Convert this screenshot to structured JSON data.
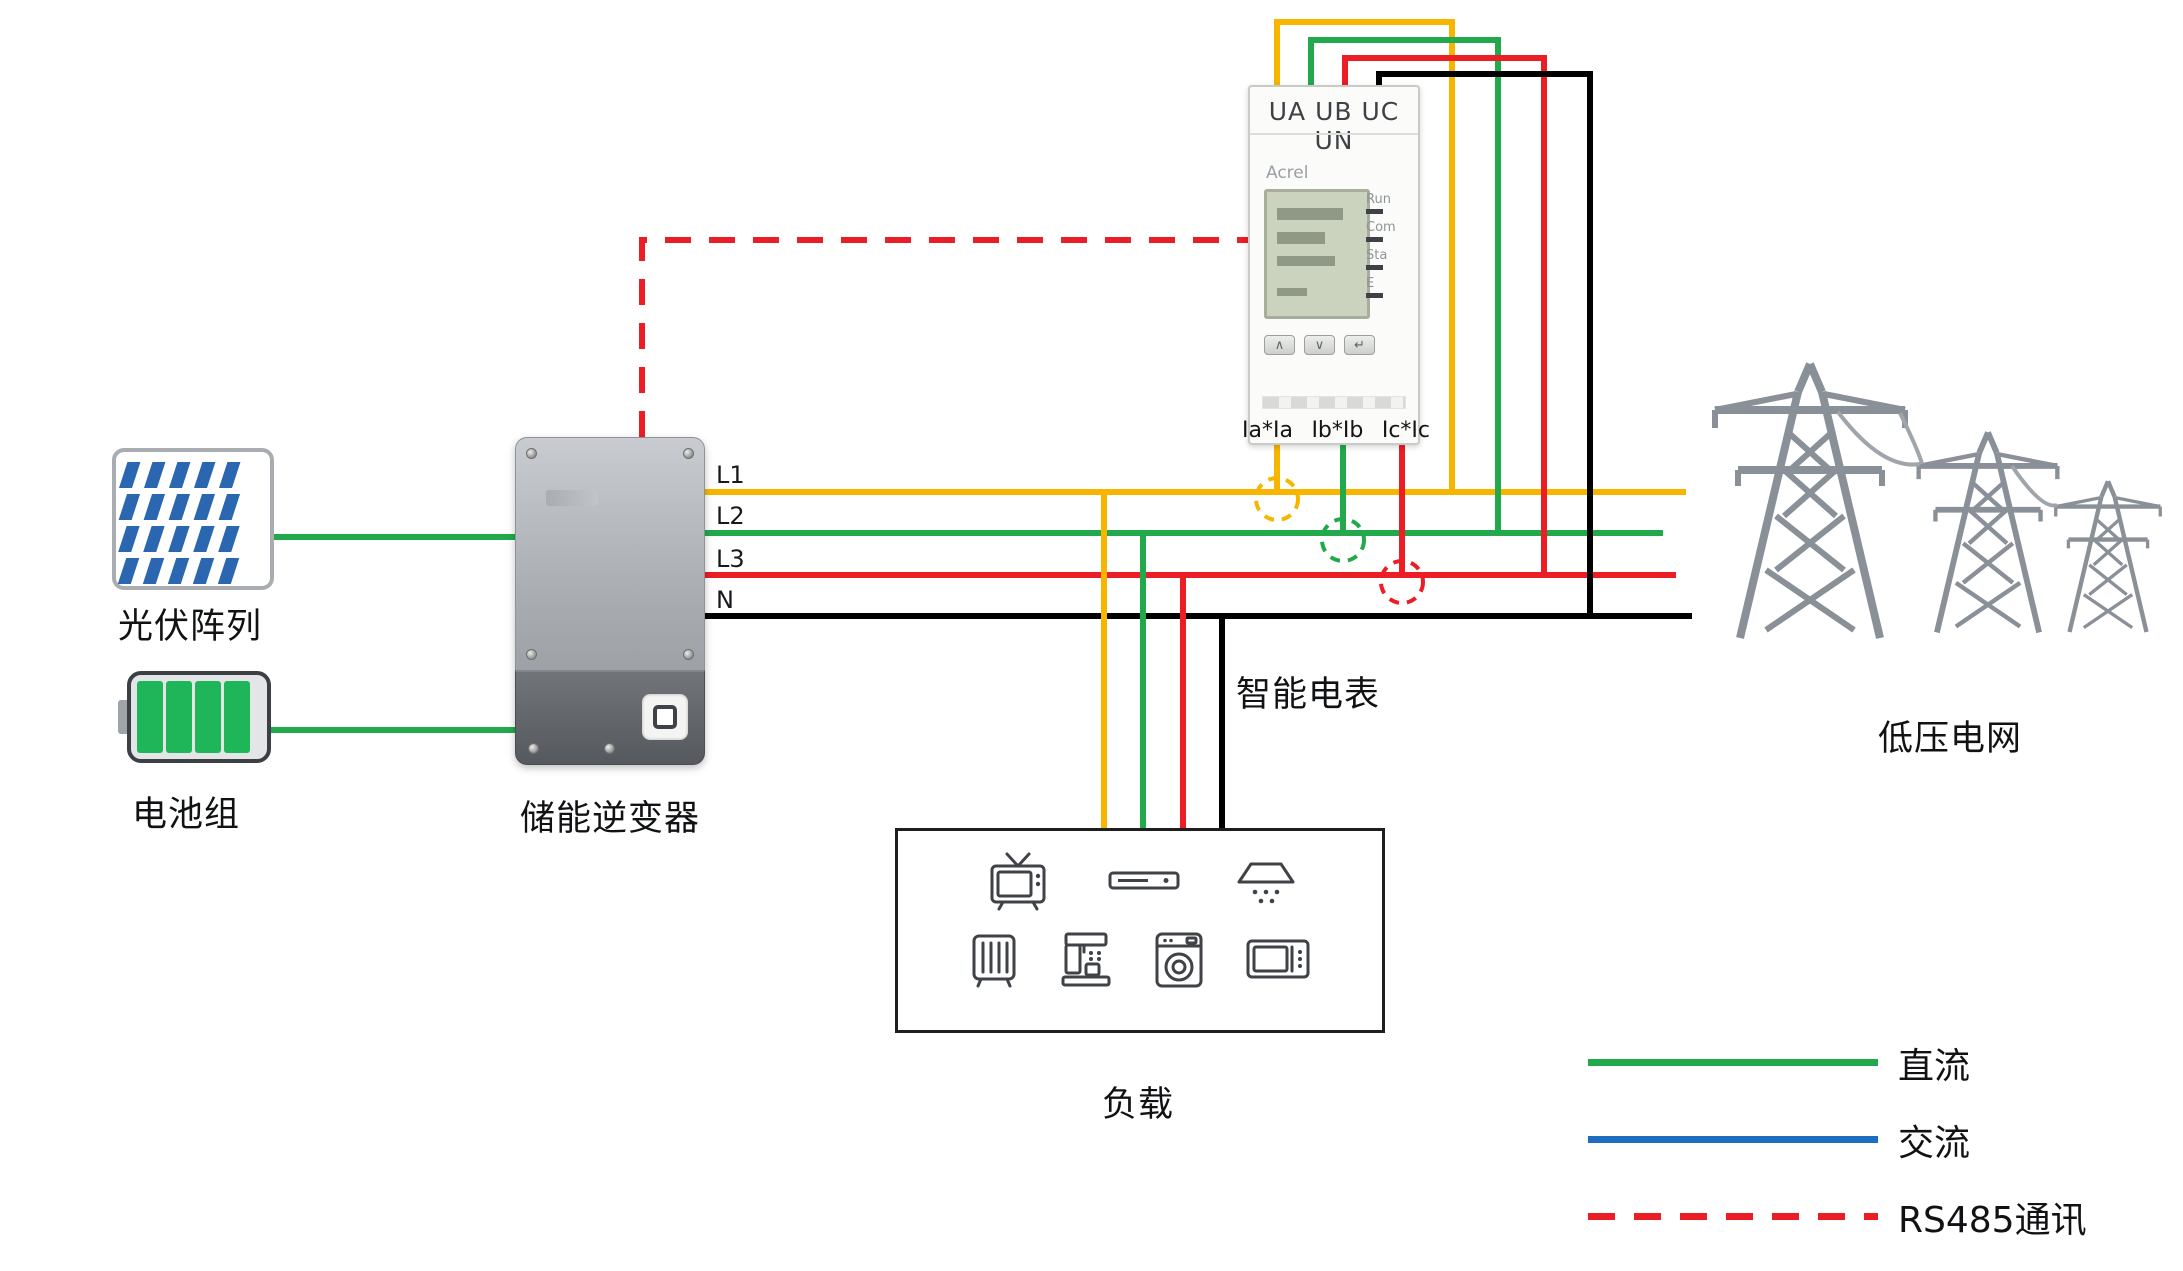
{
  "diagram": {
    "nodes": {
      "pv": {
        "label": "光伏阵列"
      },
      "battery": {
        "label": "电池组"
      },
      "inverter": {
        "label": "储能逆变器"
      },
      "meter": {
        "label": "智能电表"
      },
      "grid": {
        "label": "低压电网"
      },
      "load": {
        "label": "负载"
      }
    },
    "bus_labels": [
      "L1",
      "L2",
      "L3",
      "N"
    ],
    "meter_device": {
      "top_terminals": "UA UB UC UN",
      "brand": "Acrel",
      "indicators": [
        "Run",
        "Com",
        "Sta",
        "E"
      ],
      "buttons": [
        "∧",
        "∨",
        "↵"
      ],
      "ct_labels": [
        "Ia*Ia",
        "Ib*Ib",
        "Ic*Ic"
      ]
    },
    "legend": [
      {
        "label": "直流",
        "color": "#21A94C",
        "style": "solid"
      },
      {
        "label": "交流",
        "color": "#1D6EC0",
        "style": "solid"
      },
      {
        "label": "RS485通讯",
        "color": "#EB1D25",
        "style": "dashed"
      }
    ],
    "colors": {
      "phase_l1_yellow": "#F7B500",
      "phase_l2_green": "#21A94C",
      "phase_l3_red": "#EB1D25",
      "neutral_black": "#000000",
      "dc_green": "#21A94C",
      "ac_blue": "#1D6EC0",
      "rs485_red": "#EB1D25"
    },
    "connections": [
      {
        "from": "pv",
        "to": "inverter",
        "type": "dc"
      },
      {
        "from": "battery",
        "to": "inverter",
        "type": "dc"
      },
      {
        "from": "inverter",
        "to": "grid",
        "type": "ac L1/L2/L3/N bus"
      },
      {
        "from": "bus",
        "to": "load",
        "type": "ac"
      },
      {
        "from": "meter",
        "to": "bus",
        "type": "voltage taps UA/UB/UC/UN + CTs Ia/Ib/Ic"
      },
      {
        "from": "inverter",
        "to": "meter",
        "type": "rs485"
      }
    ]
  }
}
